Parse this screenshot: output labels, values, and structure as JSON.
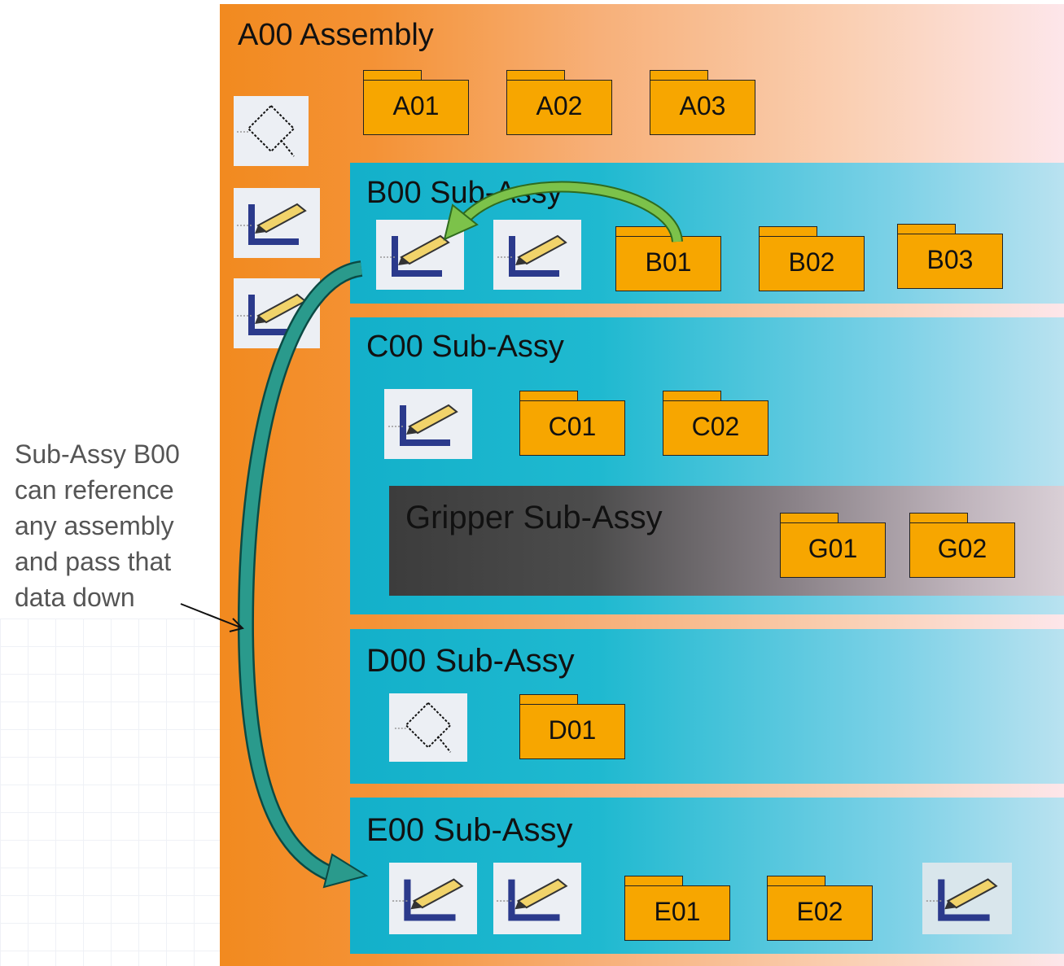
{
  "assembly": {
    "title": "A00 Assembly",
    "folders": [
      "A01",
      "A02",
      "A03"
    ]
  },
  "subassemblies": {
    "b": {
      "title": "B00 Sub-Assy",
      "folders": [
        "B01",
        "B02",
        "B03"
      ]
    },
    "c": {
      "title": "C00 Sub-Assy",
      "folders": [
        "C01",
        "C02"
      ]
    },
    "gripper": {
      "title": "Gripper Sub-Assy",
      "folders": [
        "G01",
        "G02"
      ]
    },
    "d": {
      "title": "D00 Sub-Assy",
      "folders": [
        "D01"
      ]
    },
    "e": {
      "title": "E00 Sub-Assy",
      "folders": [
        "E01",
        "E02"
      ]
    }
  },
  "note": {
    "lines": [
      "Sub-Assy B00",
      "can reference",
      "any assembly",
      "and pass that",
      "data down"
    ]
  },
  "icons": {
    "skeleton": "skeleton-diamond-icon",
    "publication": "sketch-pencil-icon"
  },
  "colors": {
    "assembly": "#f28a1f",
    "subassembly": "#13b0ca",
    "gripper": "#3c3c3c",
    "folder": "#f7a600",
    "arrow": "#2a9a8c",
    "small_arrow": "#5aa13a"
  }
}
